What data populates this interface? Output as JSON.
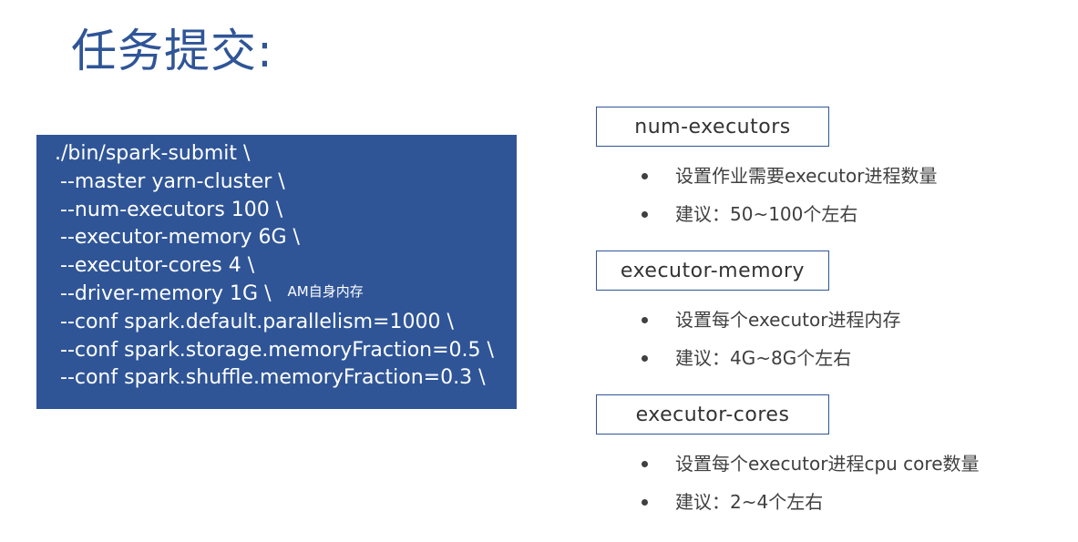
{
  "title": "任务提交:",
  "code": {
    "lines": [
      "./bin/spark-submit \\",
      "--master yarn-cluster \\",
      "--num-executors 100 \\",
      "--executor-memory 6G \\",
      "--executor-cores 4 \\",
      "--driver-memory 1G \\",
      "--conf spark.default.parallelism=1000 \\",
      "--conf spark.storage.memoryFraction=0.5 \\",
      "--conf spark.shuffle.memoryFraction=0.3 \\"
    ],
    "driver_note": "AM自身内存"
  },
  "params": [
    {
      "name": "num-executors",
      "bullets": [
        "设置作业需要executor进程数量",
        "建议：50~100个左右"
      ]
    },
    {
      "name": "executor-memory",
      "bullets": [
        "设置每个executor进程内存",
        "建议：4G~8G个左右"
      ]
    },
    {
      "name": "executor-cores",
      "bullets": [
        "设置每个executor进程cpu core数量",
        "建议：2~4个左右"
      ]
    }
  ],
  "colors": {
    "accent": "#2f5597",
    "text": "#404040"
  }
}
